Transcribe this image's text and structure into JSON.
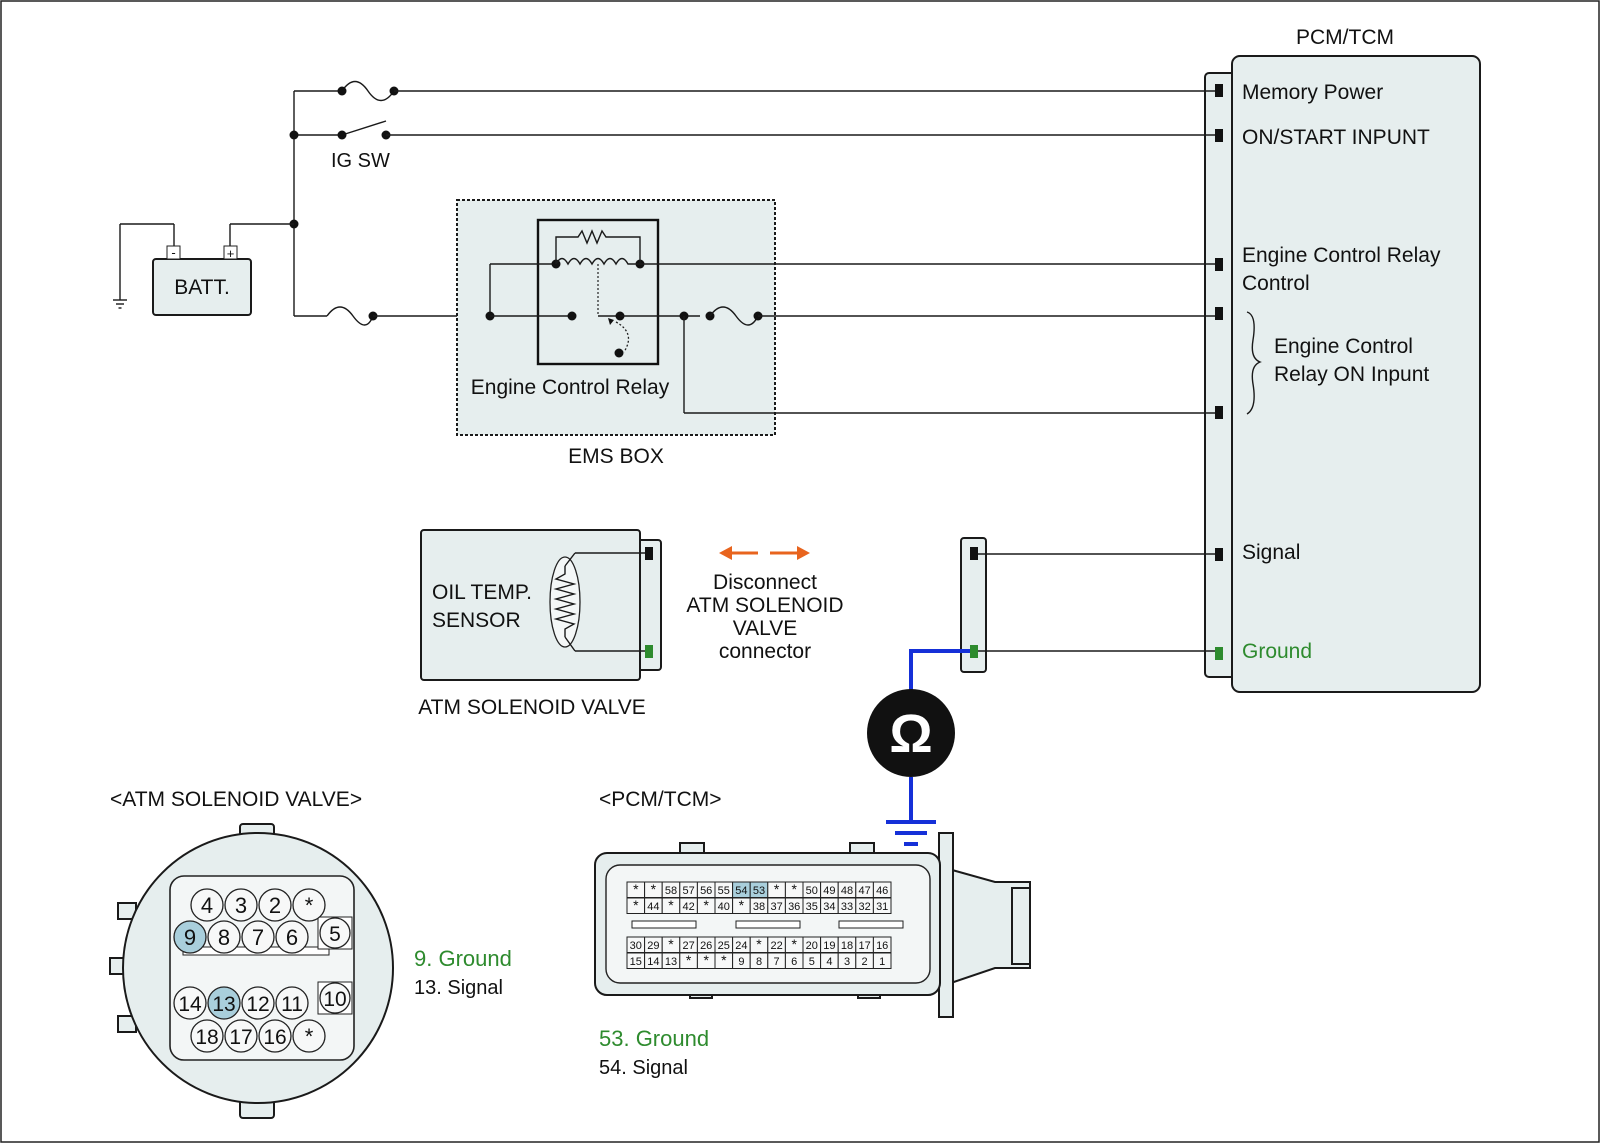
{
  "colors": {
    "ground": "#2e8b2e",
    "probe_wire": "#1530d8",
    "arrow": "#e8641e",
    "highlight": "#a9cfdc",
    "box_fill": "#e6eeee"
  },
  "pcm": {
    "title": "PCM/TCM",
    "memory_power": "Memory Power",
    "on_start": "ON/START  INPUNT",
    "ecr_control_1": "Engine Control Relay",
    "ecr_control_2": "Control",
    "ecr_on_1": "Engine Control",
    "ecr_on_2": "Relay ON Inpunt",
    "signal": "Signal",
    "ground": "Ground"
  },
  "ig_sw": "IG SW",
  "battery": {
    "label": "BATT.",
    "minus": "-",
    "plus": "+"
  },
  "ems_box": {
    "label": "EMS BOX",
    "relay_label": "Engine Control Relay"
  },
  "sensor": {
    "line1": "OIL TEMP.",
    "line2": "SENSOR",
    "valve_label": "ATM SOLENOID VALVE"
  },
  "disconnect": {
    "line1": "Disconnect",
    "line2": "ATM SOLENOID",
    "line3": "VALVE",
    "line4": "connector"
  },
  "ohm_symbol": "Ω",
  "atm_connector": {
    "title": "<ATM SOLENOID VALVE>",
    "row1": [
      "4",
      "3",
      "2",
      "*"
    ],
    "row2": [
      "9",
      "8",
      "7",
      "6"
    ],
    "pin_5": "5",
    "row3": [
      "14",
      "13",
      "12",
      "11"
    ],
    "pin_10": "10",
    "row4": [
      "18",
      "17",
      "16",
      "*"
    ],
    "legend_ground": "9. Ground",
    "legend_signal": "13. Signal"
  },
  "pcm_connector": {
    "title": "<PCM/TCM>",
    "row1": [
      "*",
      "*",
      "58",
      "57",
      "56",
      "55",
      "54",
      "53",
      "*",
      "*",
      "50",
      "49",
      "48",
      "47",
      "46"
    ],
    "row2": [
      "*",
      "44",
      "*",
      "42",
      "*",
      "40",
      "*",
      "38",
      "37",
      "36",
      "35",
      "34",
      "33",
      "32",
      "31"
    ],
    "row3": [
      "30",
      "29",
      "*",
      "27",
      "26",
      "25",
      "24",
      "*",
      "22",
      "*",
      "20",
      "19",
      "18",
      "17",
      "16"
    ],
    "row4": [
      "15",
      "14",
      "13",
      "*",
      "*",
      "*",
      "9",
      "8",
      "7",
      "6",
      "5",
      "4",
      "3",
      "2",
      "1"
    ],
    "legend_ground": "53. Ground",
    "legend_signal": "54. Signal"
  }
}
